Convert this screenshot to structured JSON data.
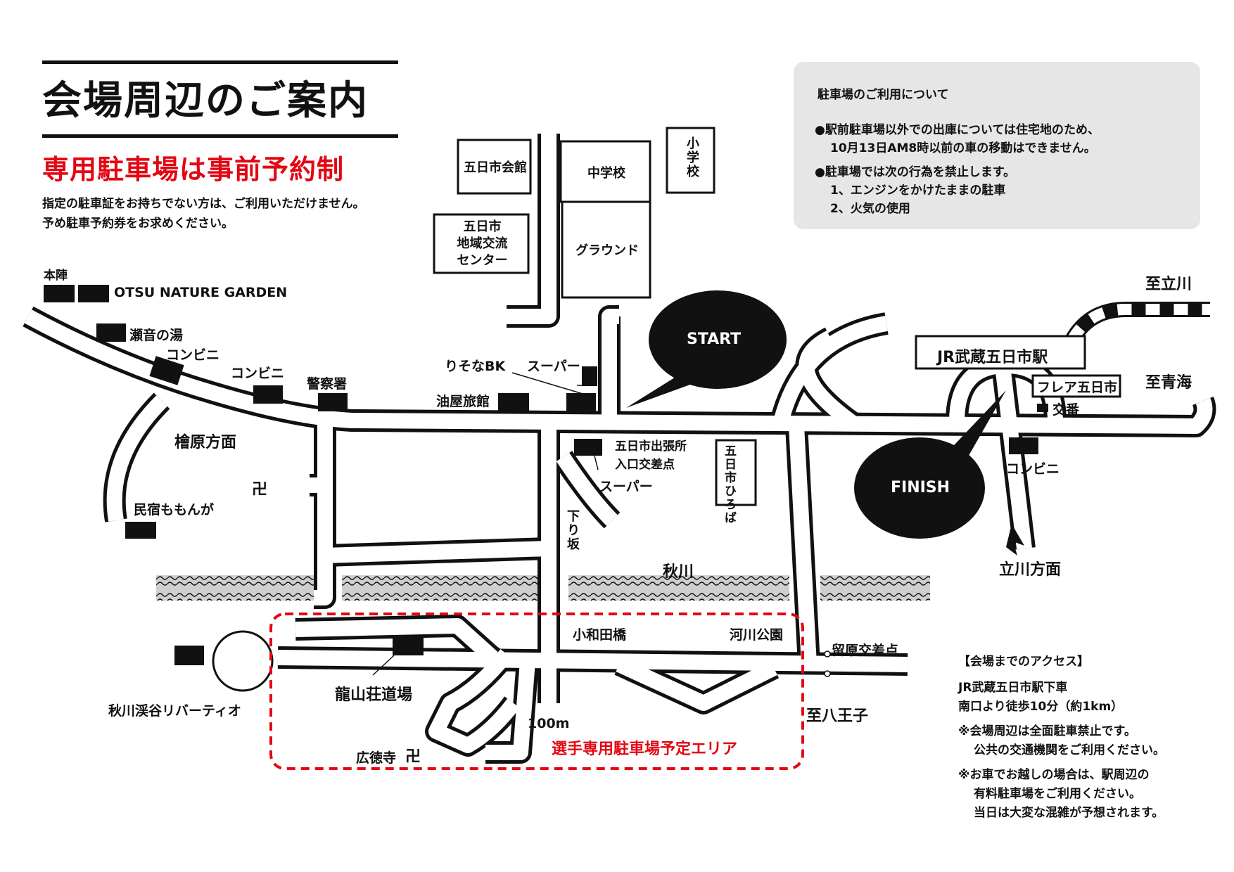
{
  "title": "会場周辺のご案内",
  "subtitle": "専用駐車場は事前予約制",
  "notes": [
    "指定の駐車証をお持ちでない方は、ご利用いただけません。",
    "予め駐車予約券をお求めください。"
  ],
  "parking_info": {
    "heading": "駐車場のご利用について",
    "item1": "●駅前駐車場以外での出庫については住宅地のため、",
    "item1b": "10月13日AM8時以前の車の移動はできません。",
    "item2": "●駐車場では次の行為を禁止します。",
    "item2a": "1、エンジンをかけたままの駐車",
    "item2b": "2、火気の使用"
  },
  "labels": {
    "honjin": "本陣",
    "otsu": "OTSU NATURE GARDEN",
    "seonoyu": "瀬音の湯",
    "conv1": "コンビニ",
    "conv2": "コンビニ",
    "police": "警察署",
    "hinohara": "檜原方面",
    "minshuku": "民宿ももんが",
    "manji1": "卍",
    "resona": "りそなBK",
    "super1": "スーパー",
    "aburaya": "油屋旅館",
    "kaikan": "五日市会館",
    "chugakko": "中学校",
    "shogakko": "小学校",
    "chiiki": "五日市\n地域交流\nセンター",
    "ground": "グラウンド",
    "start": "START",
    "finish": "FINISH",
    "shucchojo": "五日市出張所\n入口交差点",
    "super2": "スーパー",
    "kudarizaka": "下り坂",
    "hiroba": "五日市ひろば",
    "jr": "JR武蔵五日市駅",
    "furea": "フレア五日市",
    "koban": "交番",
    "conv3": "コンビニ",
    "tachikawa_dir": "立川方面",
    "to_tachikawa": "至立川",
    "to_ome": "至青海",
    "akigawa": "秋川",
    "kowada": "小和田橋",
    "kasen": "河川公園",
    "tomehara": "留原交差点",
    "hachioji": "至八王子",
    "riverteo": "秋川渓谷リバーティオ",
    "ryuzanso": "龍山荘道場",
    "kotokuji": "広徳寺",
    "manji2": "卍",
    "dist": "100m",
    "parking_area": "選手専用駐車場予定エリア"
  },
  "access": {
    "heading": "【会場までのアクセス】",
    "line1": "JR武蔵五日市駅下車",
    "line2": "南口より徒歩10分（約1km）",
    "note1a": "※会場周辺は全面駐車禁止です。",
    "note1b": "公共の交通機関をご利用ください。",
    "note2a": "※お車でお越しの場合は、駅周辺の",
    "note2b": "有料駐車場をご利用ください。",
    "note2c": "当日は大変な混雑が予想されます。"
  },
  "colors": {
    "accent_red": "#e30613",
    "ink": "#111111",
    "info_bg": "#e6e6e6"
  }
}
